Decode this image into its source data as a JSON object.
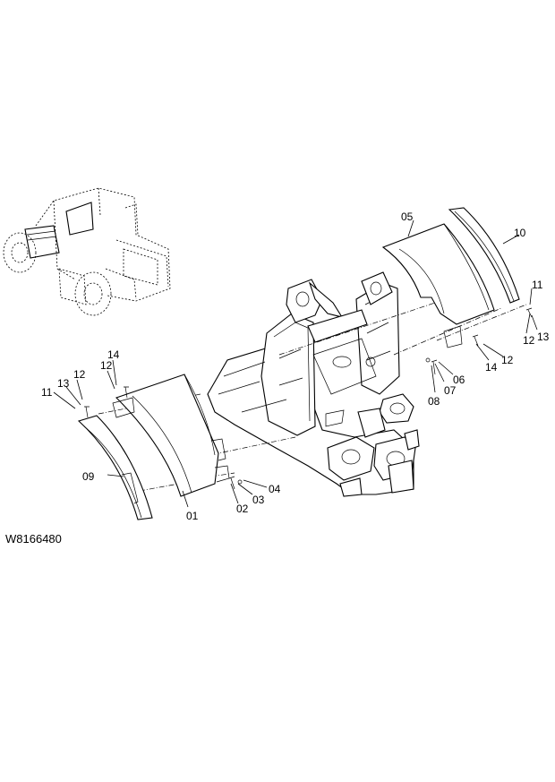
{
  "drawing_code": "W8166480",
  "callouts": [
    "01",
    "02",
    "03",
    "04",
    "05",
    "06",
    "08",
    "07",
    "09",
    "10",
    "11",
    "12",
    "13",
    "14",
    "12",
    "11",
    "12",
    "13",
    "14",
    "12"
  ],
  "colors": {
    "line": "#000000",
    "background": "#ffffff"
  }
}
